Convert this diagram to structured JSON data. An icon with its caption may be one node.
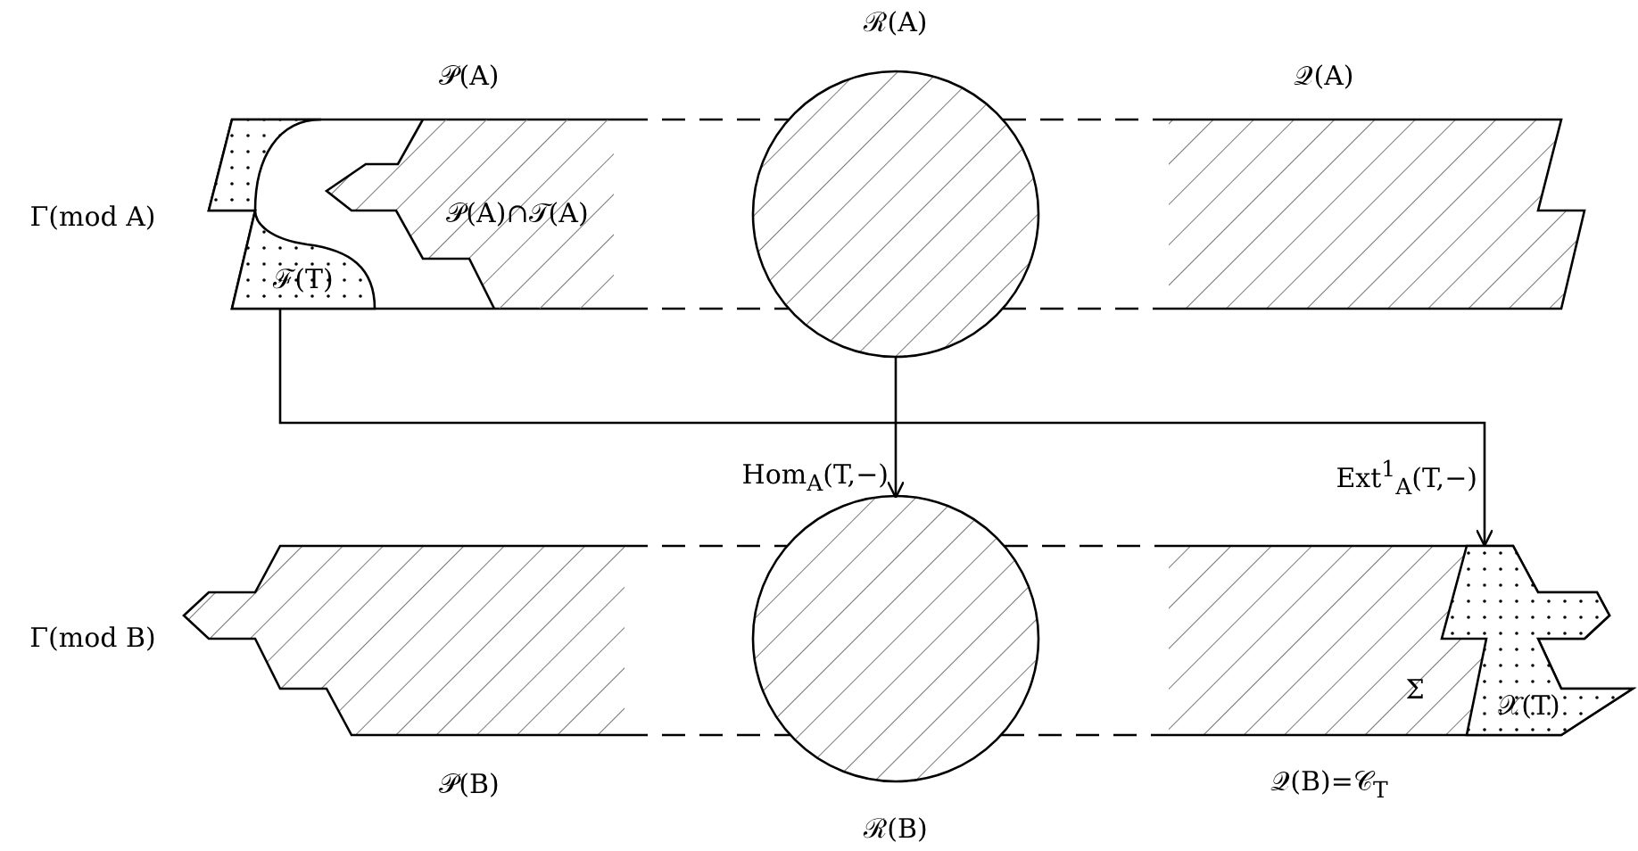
{
  "diagram": {
    "nodes": [
      {
        "text": [
          "𝒫(A)"
        ]
      },
      {
        "text": [
          "ℱ(T)"
        ],
        "in": 0
      },
      {
        "text": [
          "𝒫(A)∩𝒯(A)"
        ],
        "in": 0
      },
      {
        "text": [
          "ℛ(A)"
        ]
      },
      {
        "text": [
          "𝒬(A)"
        ]
      },
      {
        "text": [
          "𝒫(B)"
        ]
      },
      {
        "text": [
          "ℛ(B)"
        ]
      },
      {
        "text": [
          "𝒬(B)=𝒞$_{T}$"
        ]
      },
      {
        "text": [
          "𝒳(T)"
        ],
        "in": 7
      }
    ],
    "edges": [
      {
        "from": 1,
        "to": 8,
        "arrow": "to",
        "label": "Ext$^{1}$$_{A}$(T,−)"
      },
      {
        "from": 3,
        "to": 6,
        "arrow": "to",
        "label": "Hom$_{A}$(T,−)"
      },
      {
        "from": 0,
        "to": 3,
        "arrow": "none",
        "style": "dashed"
      },
      {
        "from": 0,
        "to": 3,
        "arrow": "none",
        "style": "dashed"
      },
      {
        "from": 3,
        "to": 4,
        "arrow": "none",
        "style": "dashed"
      },
      {
        "from": 3,
        "to": 4,
        "arrow": "none",
        "style": "dashed"
      },
      {
        "from": 5,
        "to": 6,
        "arrow": "none",
        "style": "dashed"
      },
      {
        "from": 5,
        "to": 6,
        "arrow": "none",
        "style": "dashed"
      },
      {
        "from": 6,
        "to": 7,
        "arrow": "none",
        "style": "dashed"
      },
      {
        "from": 6,
        "to": 7,
        "arrow": "none",
        "style": "dashed"
      }
    ],
    "labels": [
      "Γ(mod A)",
      "Γ(mod B)",
      "Σ"
    ]
  }
}
